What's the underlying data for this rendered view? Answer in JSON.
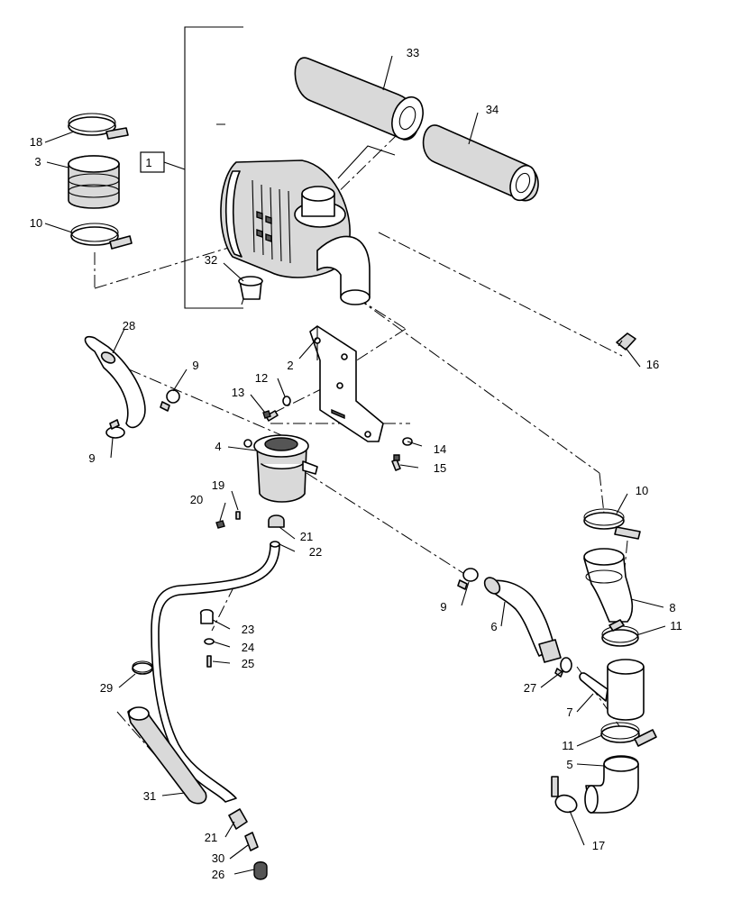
{
  "callouts": [
    {
      "id": "c1",
      "text": "1"
    },
    {
      "id": "c2",
      "text": "2"
    },
    {
      "id": "c3",
      "text": "3"
    },
    {
      "id": "c4",
      "text": "4"
    },
    {
      "id": "c5",
      "text": "5"
    },
    {
      "id": "c6",
      "text": "6"
    },
    {
      "id": "c7",
      "text": "7"
    },
    {
      "id": "c8",
      "text": "8"
    },
    {
      "id": "c9a",
      "text": "9"
    },
    {
      "id": "c9b",
      "text": "9"
    },
    {
      "id": "c9c",
      "text": "9"
    },
    {
      "id": "c10a",
      "text": "10"
    },
    {
      "id": "c10b",
      "text": "10"
    },
    {
      "id": "c11a",
      "text": "11"
    },
    {
      "id": "c11b",
      "text": "11"
    },
    {
      "id": "c12",
      "text": "12"
    },
    {
      "id": "c13",
      "text": "13"
    },
    {
      "id": "c14",
      "text": "14"
    },
    {
      "id": "c15",
      "text": "15"
    },
    {
      "id": "c16",
      "text": "16"
    },
    {
      "id": "c17",
      "text": "17"
    },
    {
      "id": "c18",
      "text": "18"
    },
    {
      "id": "c19",
      "text": "19"
    },
    {
      "id": "c20",
      "text": "20"
    },
    {
      "id": "c21a",
      "text": "21"
    },
    {
      "id": "c21b",
      "text": "21"
    },
    {
      "id": "c22",
      "text": "22"
    },
    {
      "id": "c23",
      "text": "23"
    },
    {
      "id": "c24",
      "text": "24"
    },
    {
      "id": "c25",
      "text": "25"
    },
    {
      "id": "c26",
      "text": "26"
    },
    {
      "id": "c27",
      "text": "27"
    },
    {
      "id": "c28",
      "text": "28"
    },
    {
      "id": "c29",
      "text": "29"
    },
    {
      "id": "c30",
      "text": "30"
    },
    {
      "id": "c31",
      "text": "31"
    },
    {
      "id": "c32",
      "text": "32"
    },
    {
      "id": "c33",
      "text": "33"
    },
    {
      "id": "c34",
      "text": "34"
    }
  ]
}
